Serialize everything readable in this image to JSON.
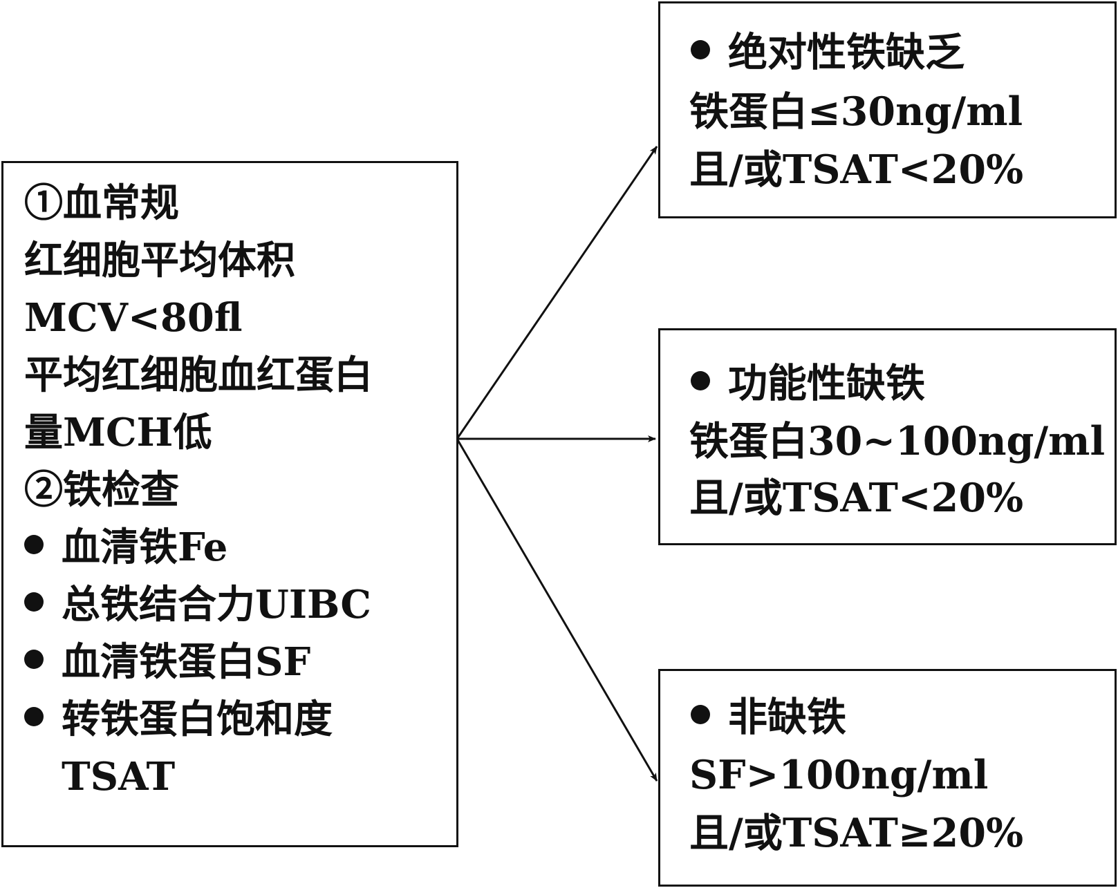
{
  "left_box": {
    "lines": [
      {
        "bullet": false,
        "text": "①血常规"
      },
      {
        "bullet": false,
        "text": "红细胞平均体积"
      },
      {
        "bullet": false,
        "text": "MCV<80fl"
      },
      {
        "bullet": false,
        "text": "平均红细胞血红蛋白"
      },
      {
        "bullet": false,
        "text": "量MCH低"
      },
      {
        "bullet": false,
        "text": "②铁检查"
      },
      {
        "bullet": true,
        "text": "血清铁Fe"
      },
      {
        "bullet": true,
        "text": "总铁结合力UIBC"
      },
      {
        "bullet": true,
        "text": "血清铁蛋白SF"
      },
      {
        "bullet": true,
        "text": "转铁蛋白饱和度"
      },
      {
        "bullet": false,
        "indent": true,
        "text": "TSAT"
      }
    ]
  },
  "outcomes": [
    {
      "title": "绝对性铁缺乏",
      "criteria": [
        "铁蛋白≤30ng/ml",
        "且/或TSAT<20%"
      ]
    },
    {
      "title": "功能性缺铁",
      "criteria": [
        "铁蛋白30~100ng/ml",
        "且/或TSAT<20%"
      ]
    },
    {
      "title": "非缺铁",
      "criteria": [
        "SF>100ng/ml",
        "且/或TSAT≥20%"
      ]
    }
  ]
}
